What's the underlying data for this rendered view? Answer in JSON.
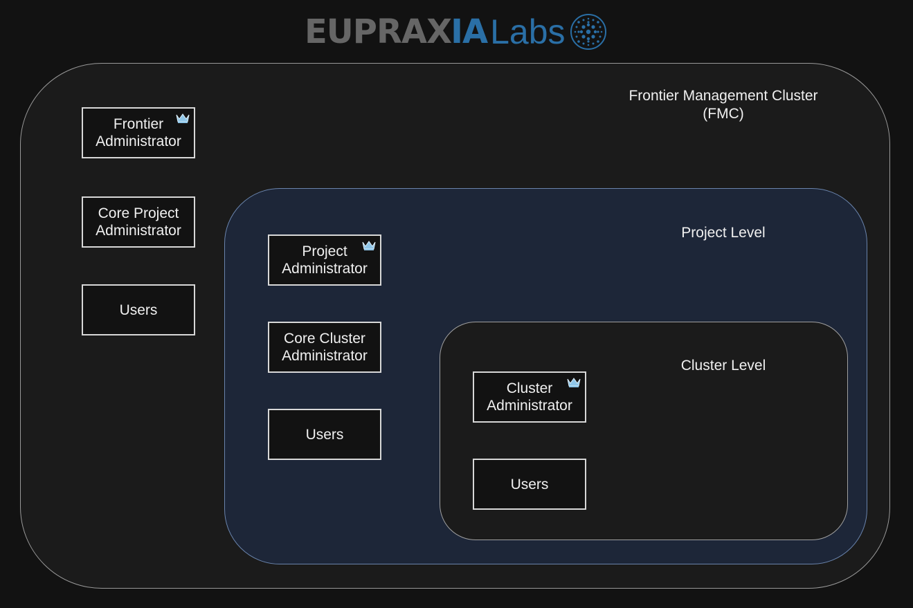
{
  "logo": {
    "part_eupra": "EUPRA",
    "part_x": "X",
    "part_ia": "IA",
    "part_labs": "Labs",
    "gray_color": "#666666",
    "blue_color": "#2a6fa6"
  },
  "fmc": {
    "label": "Frontier Management Cluster\n(FMC)",
    "roles": [
      {
        "label": "Frontier\nAdministrator",
        "icon": "crown-icon"
      },
      {
        "label": "Core Project\nAdministrator"
      },
      {
        "label": "Users"
      }
    ]
  },
  "project_level": {
    "label": "Project Level",
    "roles": [
      {
        "label": "Project\nAdministrator",
        "icon": "crown-icon"
      },
      {
        "label": "Core Cluster\nAdministrator"
      },
      {
        "label": "Users"
      }
    ]
  },
  "cluster_level": {
    "label": "Cluster Level",
    "roles": [
      {
        "label": "Cluster\nAdministrator",
        "icon": "crown-icon"
      },
      {
        "label": "Users"
      }
    ]
  },
  "colors": {
    "background": "#121212",
    "fmc_fill": "#1b1b1b",
    "project_fill": "#1d2638",
    "project_border": "#6a84ad",
    "crown": "#8fc6e8"
  }
}
